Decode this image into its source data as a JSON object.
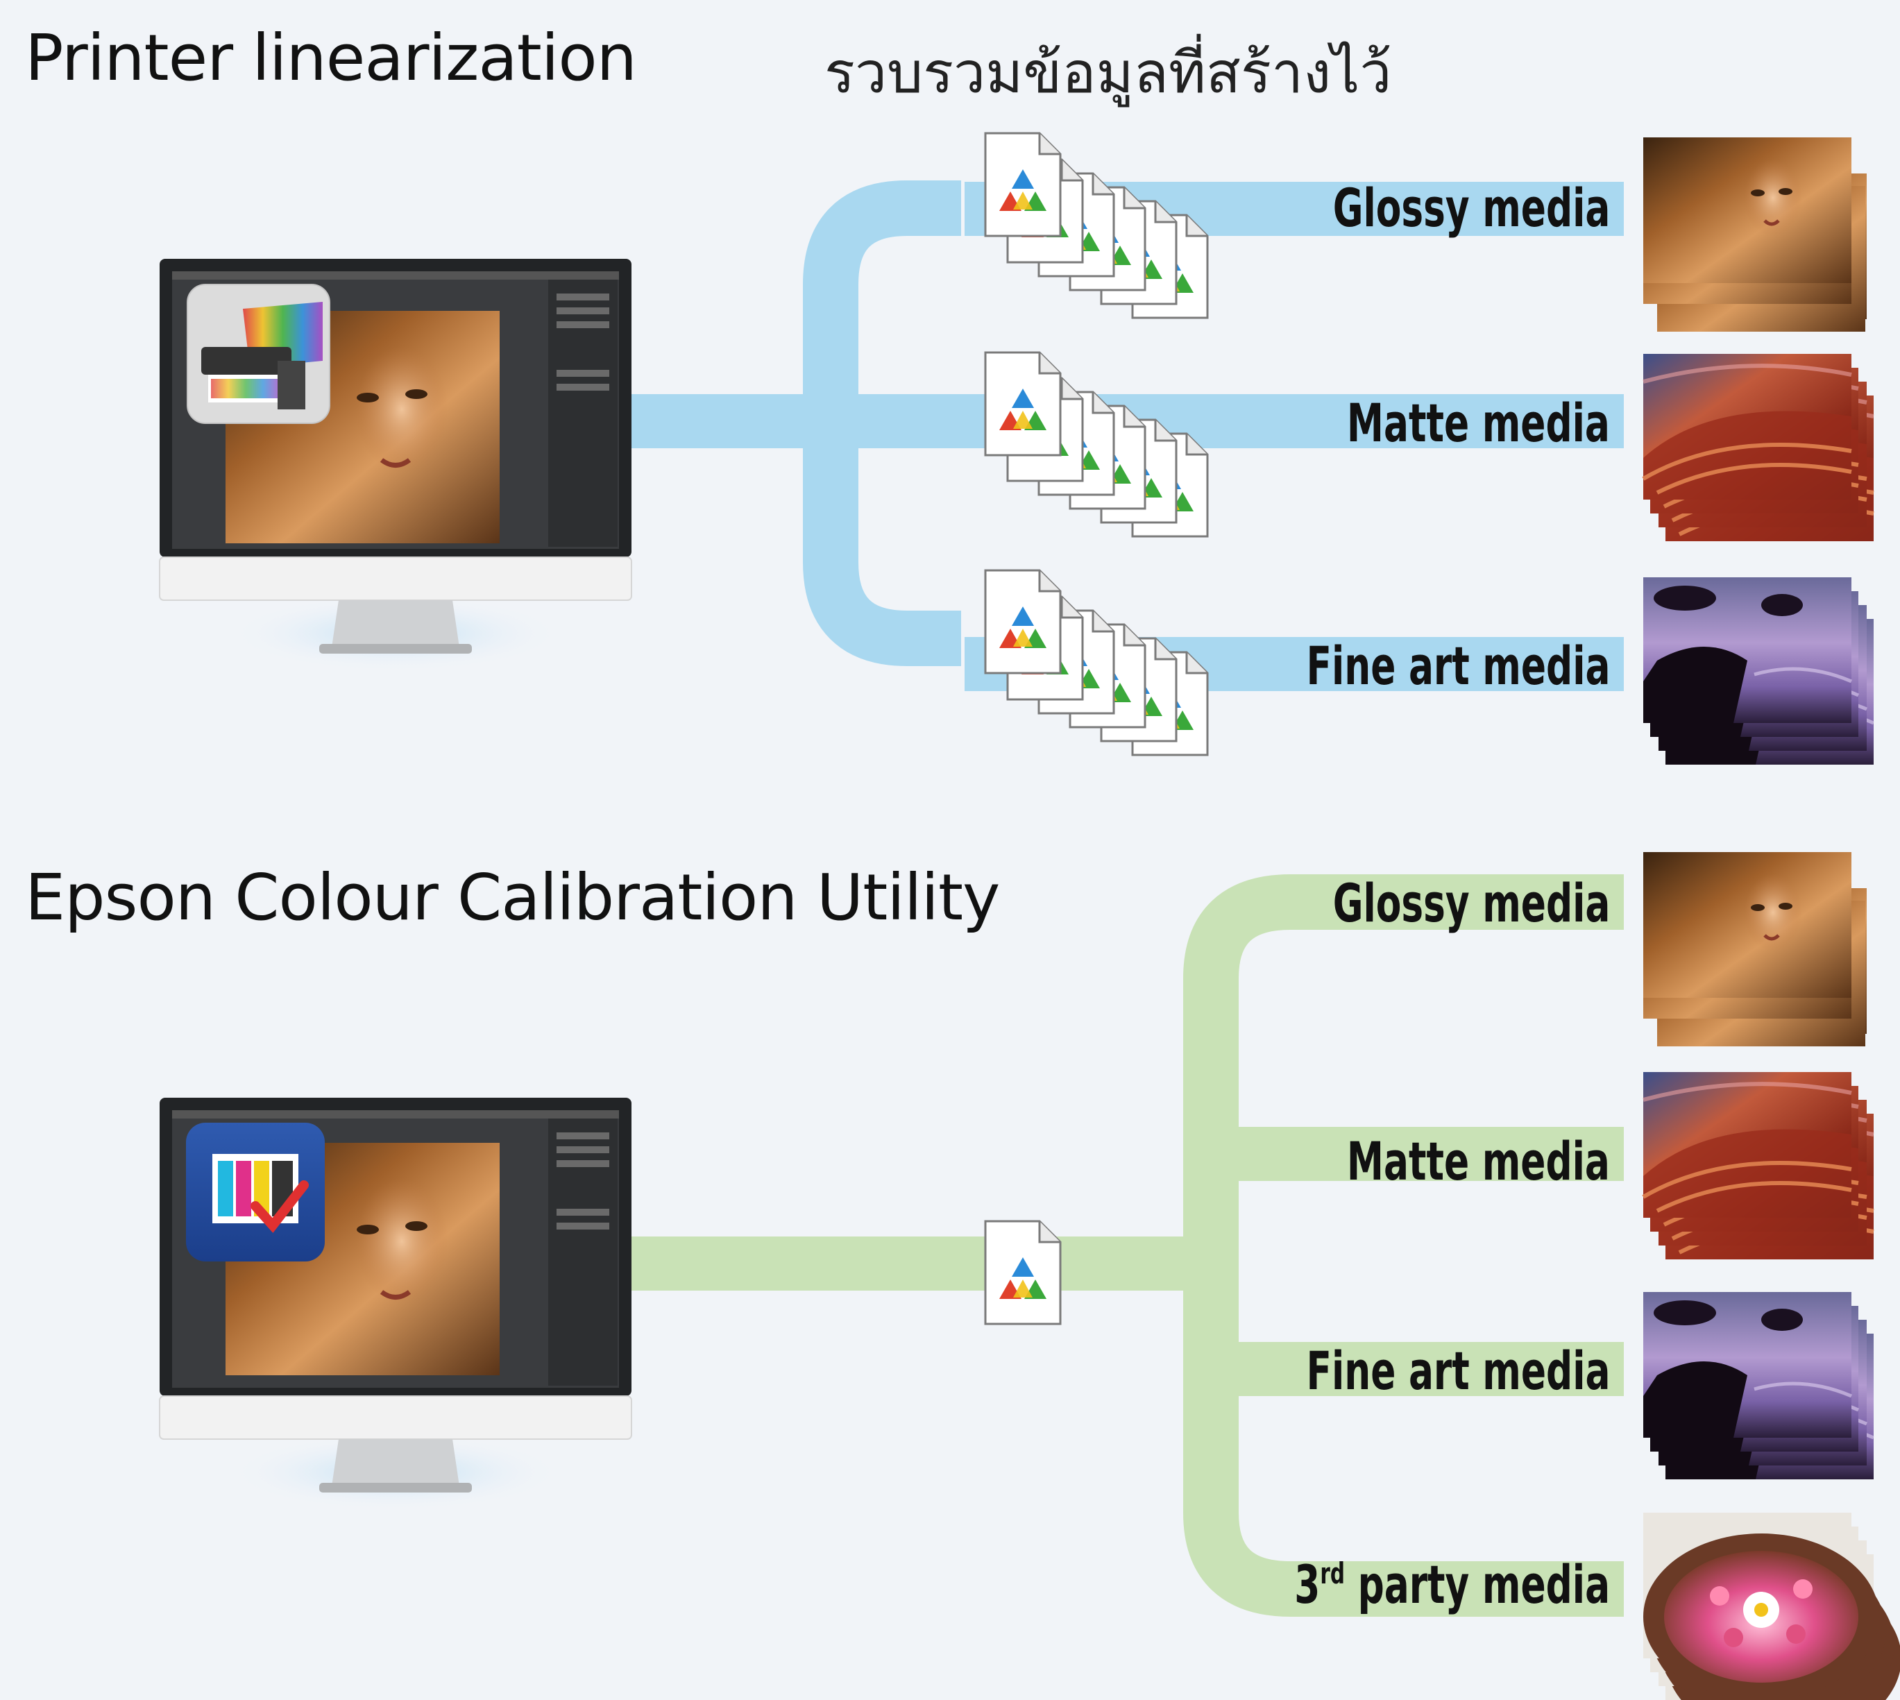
{
  "top": {
    "title": "Printer linearization",
    "subtitle": "รวบรวมข้อมูลที่สร้างไว้",
    "labels": [
      "Glossy media",
      "Matte media",
      "Fine art media"
    ]
  },
  "bottom": {
    "title": "Epson Colour Calibration Utility",
    "labels": [
      "Glossy media",
      "Matte media",
      "Fine art media"
    ],
    "third_party_number": "3",
    "third_party_suffix": "rd",
    "third_party_rest": " party media"
  },
  "icons": {
    "profile_file": "icc-profile-file-icon",
    "printer_app": "printer-linearization-app-icon",
    "calibration_app": "epson-color-calibration-app-icon"
  },
  "colors": {
    "background": "#f1f4f8",
    "top_flow": "#a9d8f0",
    "bottom_flow": "#c9e2b6"
  }
}
